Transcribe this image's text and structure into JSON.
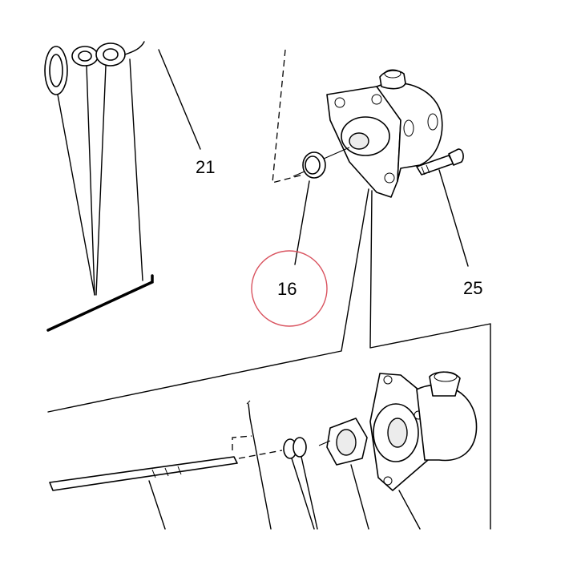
{
  "callouts": [
    {
      "id": "c21",
      "label": "21"
    },
    {
      "id": "c16",
      "label": "16",
      "highlighted": true
    },
    {
      "id": "c25",
      "label": "25"
    }
  ],
  "colors": {
    "line": "#000000",
    "background": "#ffffff",
    "highlight_circle": "#d9535f"
  }
}
